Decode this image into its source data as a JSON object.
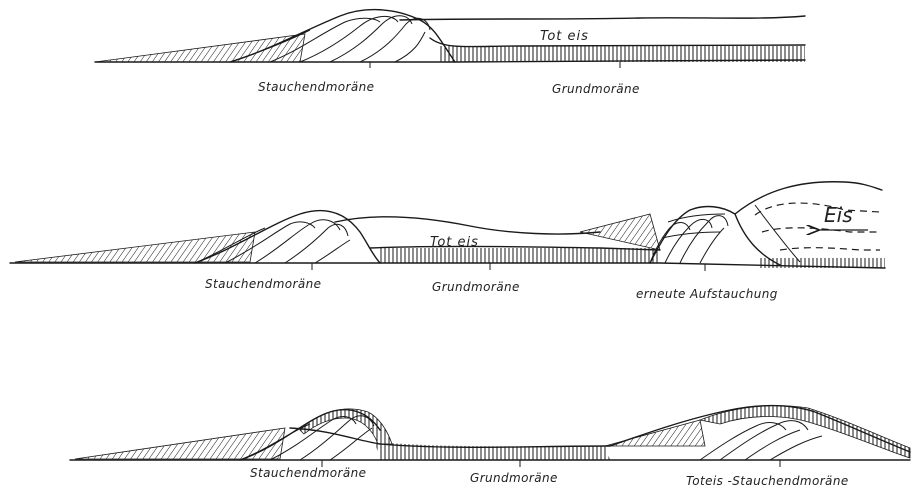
{
  "diagram": {
    "panel1": {
      "labels": {
        "toteis": "Tot eis",
        "stauchendmoraene": "Stauchendmoräne",
        "grundmoraene": "Grundmoräne"
      }
    },
    "panel2": {
      "labels": {
        "toteis": "Tot eis",
        "eis": "Eis",
        "stauchendmoraene": "Stauchendmoräne",
        "grundmoraene": "Grundmoräne",
        "aufstauchung": "erneute Aufstauchung"
      }
    },
    "panel3": {
      "labels": {
        "stauchendmoraene": "Stauchendmoräne",
        "grundmoraene": "Grundmoräne",
        "toteis_stauchendmoraene": "Toteis -Stauchendmoräne"
      }
    }
  },
  "colors": {
    "ink": "#1a1a1a",
    "background": "#ffffff"
  }
}
